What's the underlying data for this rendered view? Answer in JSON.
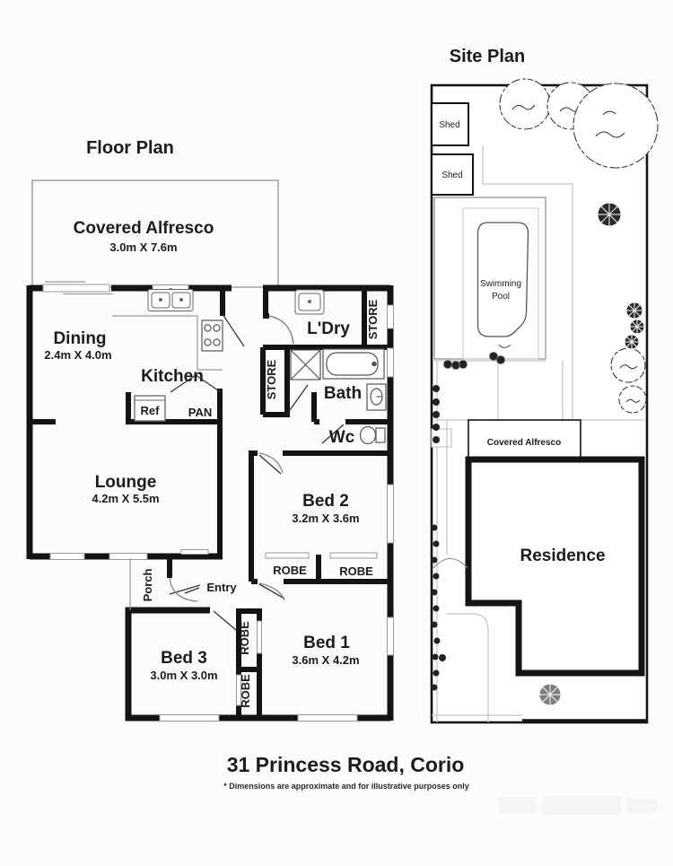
{
  "page": {
    "address": "31 Princess Road, Corio",
    "disclaimer": "* Dimensions are approximate and for illustrative purposes only"
  },
  "floor_plan": {
    "title": "Floor Plan",
    "covered_alfresco": {
      "name": "Covered Alfresco",
      "dims": "3.0m X 7.6m"
    },
    "dining": {
      "name": "Dining",
      "dims": "2.4m X 4.0m"
    },
    "kitchen": {
      "name": "Kitchen"
    },
    "laundry": {
      "name": "L'Dry"
    },
    "bath": {
      "name": "Bath"
    },
    "wc": {
      "name": "Wc"
    },
    "lounge": {
      "name": "Lounge",
      "dims": "4.2m X 5.5m"
    },
    "bed1": {
      "name": "Bed 1",
      "dims": "3.6m X 4.2m"
    },
    "bed2": {
      "name": "Bed 2",
      "dims": "3.2m X 3.6m"
    },
    "bed3": {
      "name": "Bed 3",
      "dims": "3.0m X 3.0m"
    },
    "porch": {
      "name": "Porch"
    },
    "entry": {
      "name": "Entry"
    },
    "ref": {
      "name": "Ref"
    },
    "pan": {
      "name": "PAN"
    },
    "store": {
      "name": "STORE"
    },
    "robe": {
      "name": "ROBE"
    }
  },
  "site_plan": {
    "title": "Site Plan",
    "shed": {
      "name": "Shed"
    },
    "swimming_pool": {
      "line1": "Swimming",
      "line2": "Pool"
    },
    "covered_alfresco": {
      "name": "Covered Alfresco"
    },
    "residence": {
      "name": "Residence"
    }
  },
  "colors": {
    "wall": "#141414",
    "fixture": "#666666",
    "landscape": "#c4c4c4",
    "text": "#1c1c1c"
  }
}
